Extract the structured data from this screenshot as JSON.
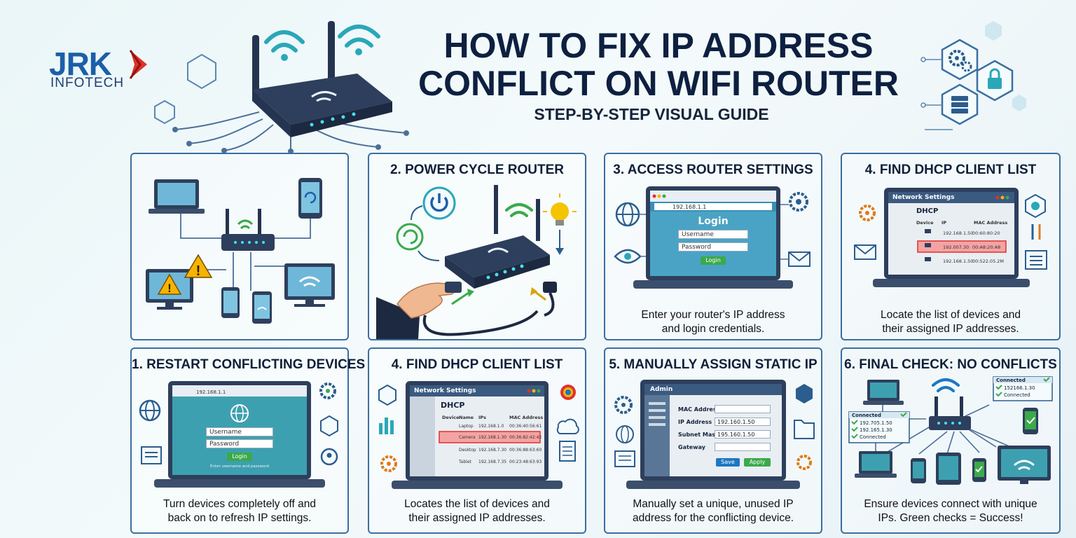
{
  "brand": {
    "name_a": "JRK",
    "name_b": "INFOTECH"
  },
  "header": {
    "title_line1": "HOW TO FIX IP ADDRESS",
    "title_line2": "CONFLICT ON WIFI ROUTER",
    "subtitle": "STEP-BY-STEP VISUAL GUIDE"
  },
  "panels": {
    "p2": {
      "title": "2. POWER CYCLE ROUTER"
    },
    "p3": {
      "title": "3. ACCESS ROUTER SETTINGS",
      "url": "192.168.1.1",
      "login_title": "Login",
      "username": "Username",
      "password": "Password",
      "button": "Login",
      "caption1": "Enter your router's IP address",
      "caption2": "and login credentials."
    },
    "p4a": {
      "title": "4. FIND DHCP CLIENT LIST",
      "window_title": "Network Settings",
      "section": "DHCP",
      "headers": [
        "Device",
        "IP",
        "MAC Address"
      ],
      "rows": [
        [
          "192.168.1.50",
          "00:60:80:20"
        ],
        [
          "192.007.30",
          "00:A8:20:A8"
        ],
        [
          "192.168.1.50",
          "00:522.05.2M"
        ]
      ],
      "caption1": "Locate the list of devices and",
      "caption2": "their assigned IP addresses."
    },
    "p1": {
      "title": "1. RESTART CONFLICTING DEVICES",
      "url": "192.168.1.1",
      "username": "Username",
      "password": "Password",
      "button": "Login",
      "hint": "Enter username and password",
      "caption1": "Turn devices completely off and",
      "caption2": "back on to refresh IP settings."
    },
    "p4b": {
      "title": "4. FIND DHCP CLIENT LIST",
      "window_title": "Network Settings",
      "section": "DHCP",
      "headers": [
        "Device",
        "Name",
        "IPs",
        "MAC Address"
      ],
      "rows": [
        [
          "Laptop",
          "192.168.1.0",
          "00:36:40:56:61"
        ],
        [
          "Camera",
          "192.168.1.30",
          "00:36:82:42:42"
        ],
        [
          "Desktop",
          "192.168.7.30",
          "00:36:88:63:60"
        ],
        [
          "Tablet",
          "192.168.7.35",
          "00:23:48:63:93"
        ]
      ],
      "caption1": "Locates the list of devices and",
      "caption2": "their assigned IP addresses."
    },
    "p5": {
      "title": "5. MANUALLY ASSIGN STATIC IP",
      "window_title": "Admin",
      "fields": [
        {
          "label": "MAC Address",
          "value": ""
        },
        {
          "label": "IP Address",
          "value": "192.160.1.50"
        },
        {
          "label": "Subnet Mask",
          "value": "195.160.1.50"
        },
        {
          "label": "Gateway",
          "value": ""
        }
      ],
      "save": "Save",
      "apply": "Apply",
      "caption1": "Manually set a unique, unused IP",
      "caption2": "address for the conflicting device."
    },
    "p6": {
      "title": "6. FINAL CHECK: NO CONFLICTS",
      "card_a": {
        "head": "Connected",
        "l1": "192.705.1.50",
        "l2": "192.165.1.30",
        "l3": "Connected"
      },
      "card_b": {
        "head": "Connected",
        "l1": "152166.1.30",
        "l2": "Connected"
      },
      "caption1": "Ensure devices connect with unique",
      "caption2": "IPs. Green checks = Success!"
    }
  },
  "colors": {
    "navy": "#0e2040",
    "accent": "#1d77c2",
    "brand_red": "#e0312b",
    "teal": "#2aa7b8",
    "green": "#3aaa4a",
    "warn": "#f5b400",
    "highlight": "#f4a3a3"
  }
}
